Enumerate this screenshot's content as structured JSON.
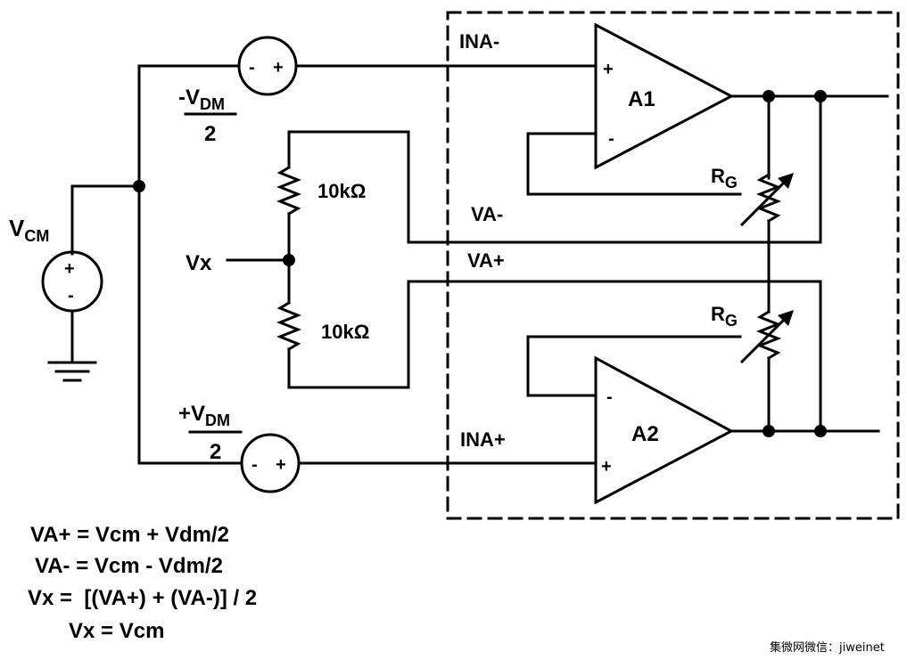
{
  "labels": {
    "vcm_main": "V",
    "vcm_sub": "CM",
    "neg_vdm_main": "-V",
    "neg_vdm_sub": "DM",
    "pos_vdm_main": "+V",
    "pos_vdm_sub": "DM",
    "denominator_top": "2",
    "denominator_bottom": "2",
    "resistor_top": "10kΩ",
    "resistor_bottom": "10kΩ",
    "vx": "Vx",
    "ina_minus": "INA-",
    "ina_plus": "INA+",
    "va_minus": "VA-",
    "va_plus": "VA+",
    "a1": "A1",
    "a2": "A2",
    "rg_top_main": "R",
    "rg_top_sub": "G",
    "rg_bottom_main": "R",
    "rg_bottom_sub": "G",
    "plus": "+",
    "minus": "-"
  },
  "equations": [
    "VA+ = Vcm + Vdm/2",
    "VA- = Vcm - Vdm/2",
    "Vx =  [(VA+) + (VA-)] / 2",
    "Vx = Vcm"
  ],
  "watermark": "集微网微信：jiweinet"
}
